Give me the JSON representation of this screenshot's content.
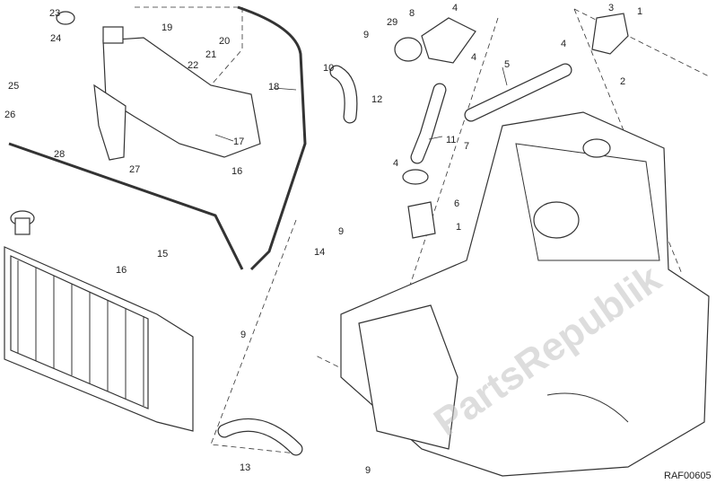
{
  "diagram": {
    "title": "Cooling system exploded view",
    "drawing_code": "RAF00605",
    "watermark": "PartsRepublik",
    "labels": [
      "23",
      "19",
      "20",
      "21",
      "22",
      "24",
      "25",
      "26",
      "27",
      "28",
      "17",
      "16",
      "18",
      "15",
      "16",
      "10",
      "9",
      "29",
      "8",
      "4",
      "4",
      "5",
      "3",
      "1",
      "4",
      "2",
      "12",
      "11",
      "7",
      "4",
      "6",
      "1",
      "9",
      "14",
      "9",
      "13",
      "9"
    ]
  }
}
